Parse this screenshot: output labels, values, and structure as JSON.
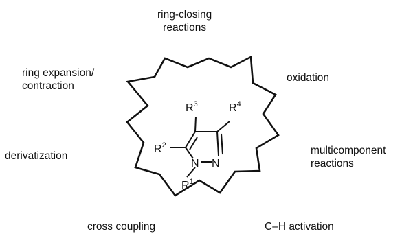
{
  "labels": {
    "ring_closing": [
      "ring-closing",
      "reactions"
    ],
    "ring_expansion": [
      "ring expansion/",
      "contraction"
    ],
    "oxidation": "oxidation",
    "derivatization": "derivatization",
    "multicomponent": [
      "multicomponent",
      "reactions"
    ],
    "cross_coupling": "cross coupling",
    "ch_activation": "C–H activation"
  },
  "molecule": {
    "r1": {
      "base": "R",
      "sup": "1"
    },
    "r2": {
      "base": "R",
      "sup": "2"
    },
    "r3": {
      "base": "R",
      "sup": "3"
    },
    "r4": {
      "base": "R",
      "sup": "4"
    },
    "n1": "N",
    "n2": "N",
    "n1_dash": "–"
  },
  "colors": {
    "ink": "#111111",
    "background": "#ffffff"
  }
}
